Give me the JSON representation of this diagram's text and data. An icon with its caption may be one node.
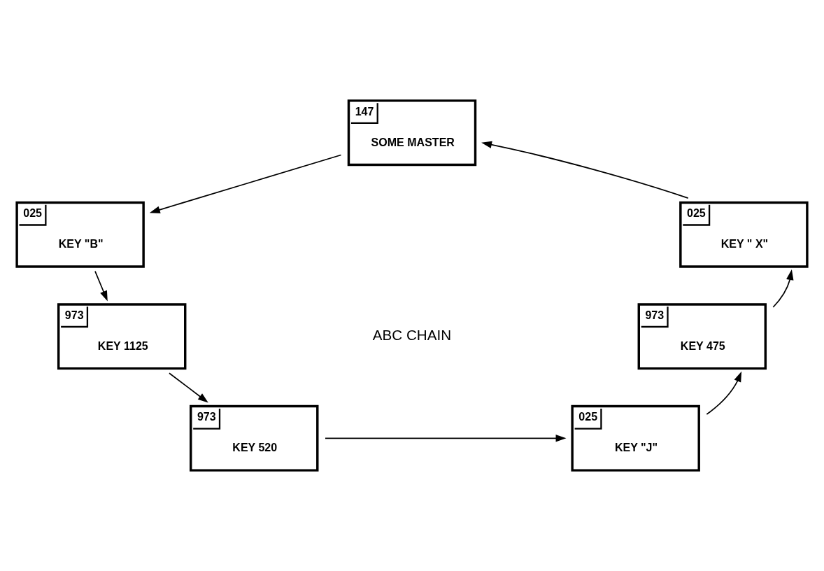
{
  "diagram": {
    "nodes": [
      {
        "text": [
          "147",
          "SOME MASTER"
        ]
      },
      {
        "text": [
          "025",
          "KEY \"B\""
        ]
      },
      {
        "text": [
          "973",
          "KEY 1125"
        ]
      },
      {
        "text": [
          "973",
          "KEY 520"
        ]
      },
      {
        "text": [
          "025",
          "KEY \"J\""
        ]
      },
      {
        "text": [
          "973",
          "KEY 475"
        ]
      },
      {
        "text": [
          "025",
          "KEY \" X\""
        ]
      }
    ],
    "edges": [
      {
        "from": 0,
        "to": 1,
        "arrow": "to"
      },
      {
        "from": 1,
        "to": 2,
        "arrow": "to"
      },
      {
        "from": 2,
        "to": 3,
        "arrow": "to"
      },
      {
        "from": 3,
        "to": 4,
        "arrow": "to"
      },
      {
        "from": 4,
        "to": 5,
        "arrow": "to"
      },
      {
        "from": 5,
        "to": 6,
        "arrow": "to"
      },
      {
        "from": 6,
        "to": 0,
        "arrow": "to"
      }
    ],
    "labels": [
      "ABC CHAIN"
    ]
  }
}
